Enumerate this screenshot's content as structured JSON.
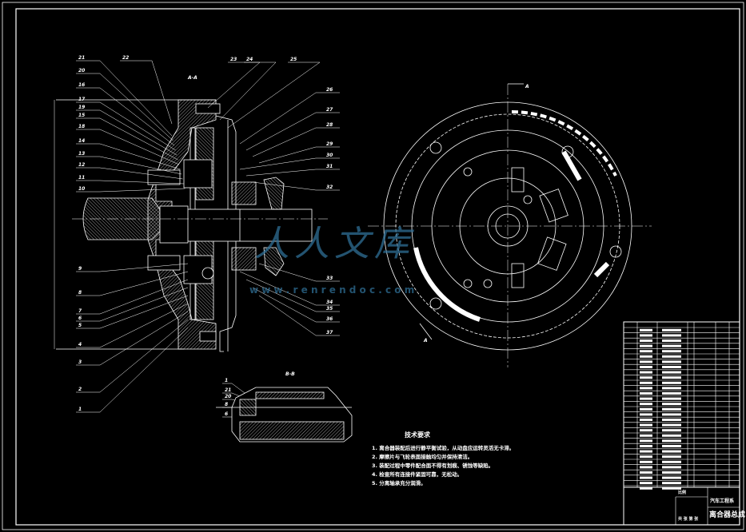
{
  "drawing": {
    "section_aa_label": "A-A",
    "section_bb_label": "B-B",
    "view_marker_top": "A",
    "view_marker_bottom": "A",
    "left_callouts": [
      "21",
      "20",
      "16",
      "17",
      "19",
      "15",
      "18",
      "14",
      "13",
      "12",
      "11",
      "10",
      "9",
      "8",
      "7",
      "6",
      "5",
      "4",
      "3",
      "2",
      "1"
    ],
    "top_callouts": [
      "22",
      "23",
      "24",
      "25"
    ],
    "right_callouts": [
      "26",
      "27",
      "28",
      "29",
      "30",
      "31",
      "32",
      "33",
      "34",
      "35",
      "36",
      "37"
    ],
    "bb_callouts": [
      "1",
      "21",
      "20",
      "8",
      "6"
    ]
  },
  "technical_requirements": {
    "heading": "技术要求",
    "items": [
      "1. 离合器装配后进行静平衡试验，从动盘应运转灵活无卡滞。",
      "2. 摩擦片与飞轮表面接触均匀并保持清洁。",
      "3. 装配过程中零件配合面不得有划痕、锈蚀等缺陷。",
      "4. 检查所有连接件紧固可靠，无松动。",
      "5. 分离轴承充分润滑。"
    ]
  },
  "title_block": {
    "drawing_title": "离合器总成",
    "department": "汽车工程系",
    "scale_label": "比例",
    "sheet_label": "共 张 第 张"
  },
  "watermark": {
    "brand": "人人文库",
    "url": "w w w . r e n r e n d o c . c o m"
  },
  "colors": {
    "background": "#000000",
    "lines": "#ffffff",
    "watermark": "#2f6f96"
  }
}
